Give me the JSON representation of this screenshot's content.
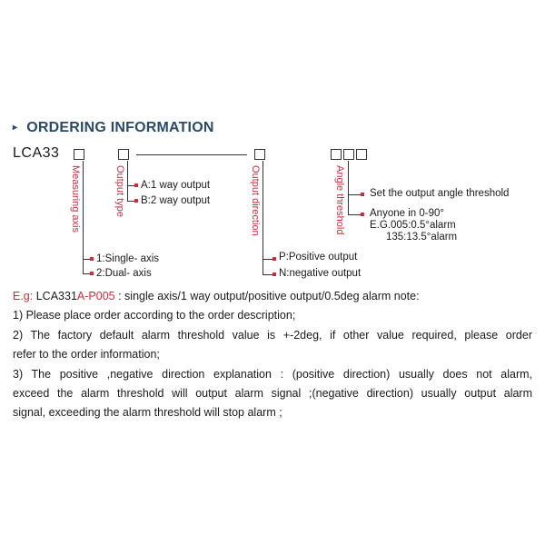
{
  "header": {
    "arrow": "▸",
    "title": "ORDERING INFORMATION"
  },
  "model": {
    "prefix": "LCA33"
  },
  "fields": {
    "measuring_axis": {
      "label": "Measuring axis",
      "options": [
        "1:Single- axis",
        "2:Dual- axis"
      ]
    },
    "output_type": {
      "label": "Output type",
      "options": [
        "A:1 way output",
        "B:2 way output"
      ]
    },
    "output_direction": {
      "label": "Output direction",
      "options": [
        "P:Positive output",
        "N:negative output"
      ]
    },
    "angle_threshold": {
      "label": "Angle threshold",
      "options": [
        "Set the output angle threshold",
        "Anyone in 0-90°"
      ],
      "examples": [
        "E.G.005:0.5°alarm",
        "135:13.5°alarm"
      ]
    }
  },
  "example": {
    "label": "E.g:",
    "code_prefix": "LCA331",
    "code_suffix": "A-P005",
    "description": ": single axis/1 way output/positive output/0.5deg alarm note:"
  },
  "notes": {
    "note1": "1) Please place order according to the order description;",
    "note2_line1": "2) The factory default alarm threshold value is +-2deg, if other value required, please order",
    "note2_line2": "refer to the order information;",
    "note3_line1": "3) The positive ,negative direction explanation : (positive direction) usually does not alarm,",
    "note3_line2": "exceed the alarm threshold will output alarm signal ;(negative direction) usually output alarm",
    "note3_line3": "signal, exceeding the alarm threshold will stop alarm ;"
  },
  "colors": {
    "title": "#2a4a6b",
    "accent_red": "#d6283b",
    "text": "#1a1a1a"
  }
}
